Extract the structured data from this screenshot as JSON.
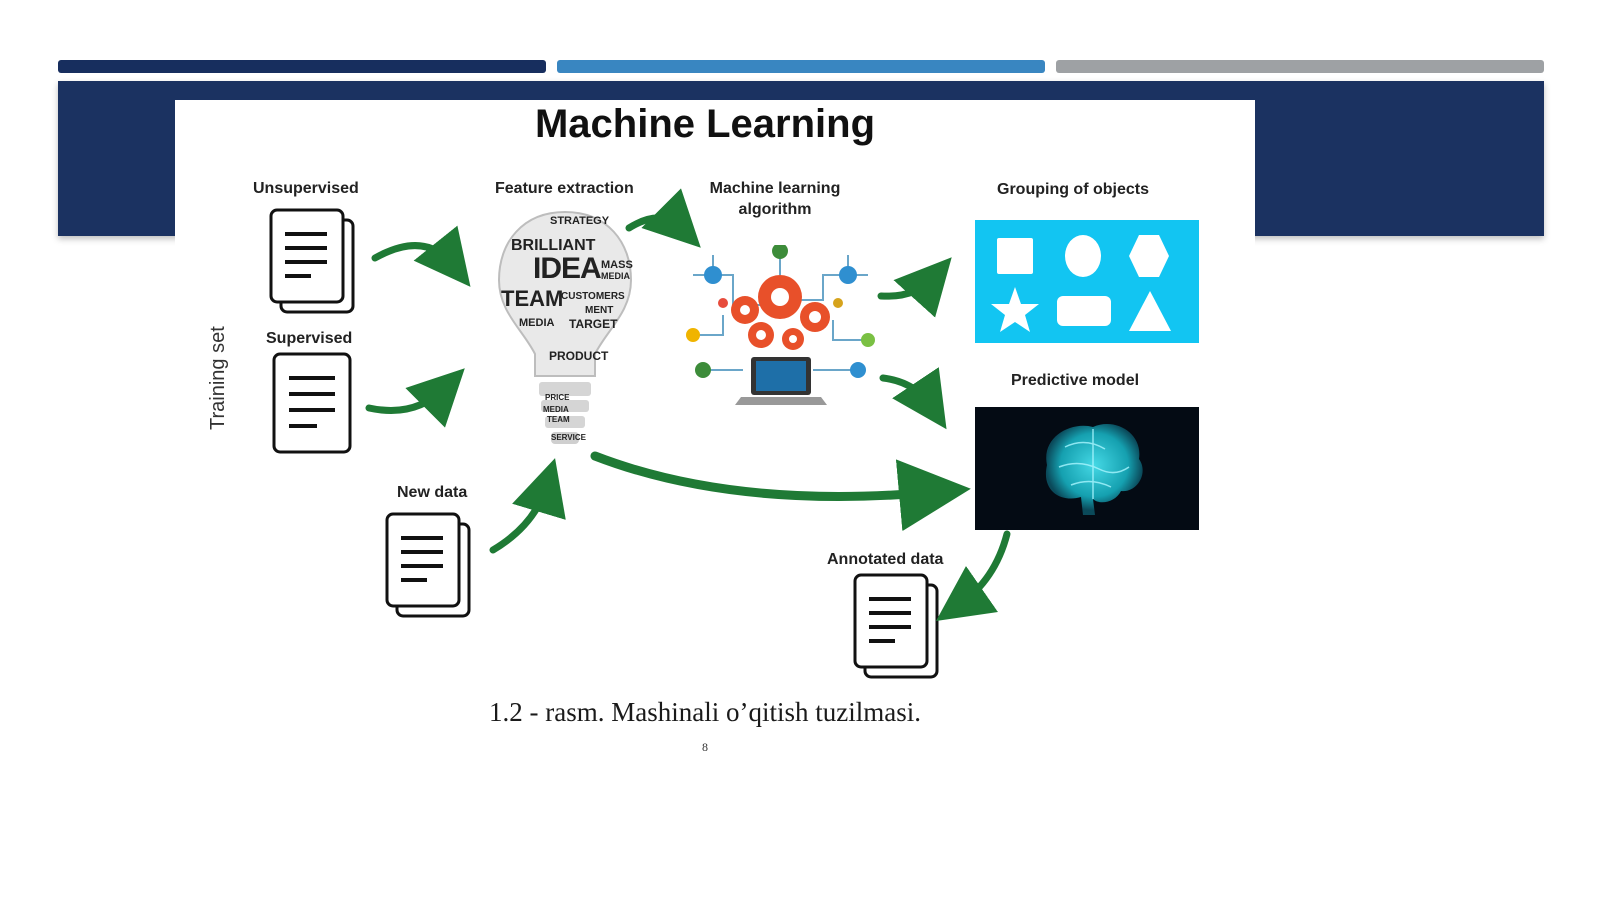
{
  "slide": {
    "accent_colors": [
      "#172e5e",
      "#3986c1",
      "#9ea1a4"
    ],
    "banner_color": "#1b3261"
  },
  "figure": {
    "title": "Machine Learning",
    "side_label": "Training set",
    "labels": {
      "unsupervised": "Unsupervised",
      "supervised": "Supervised",
      "new_data": "New data",
      "feature_extraction": "Feature extraction",
      "ml_algorithm_line1": "Machine learning",
      "ml_algorithm_line2": "algorithm",
      "grouping": "Grouping of objects",
      "predictive_model": "Predictive model",
      "annotated_data": "Annotated data"
    },
    "bulb_words": [
      "STRATEGY",
      "BRILLIANT",
      "IDEA",
      "MASS",
      "MEDIA",
      "TEAM",
      "CUSTOMERS",
      "MENT",
      "MEDIA",
      "TARGET",
      "PRODUCT",
      "PRICE",
      "MEDIA",
      "TEAM",
      "SERVICE"
    ],
    "caption": "1.2 - rasm. Mashinali o’qitish tuzilmasi.",
    "page_mark": "8",
    "arrow_color": "#1f7a35",
    "shapes_color": "#12c5f2"
  }
}
